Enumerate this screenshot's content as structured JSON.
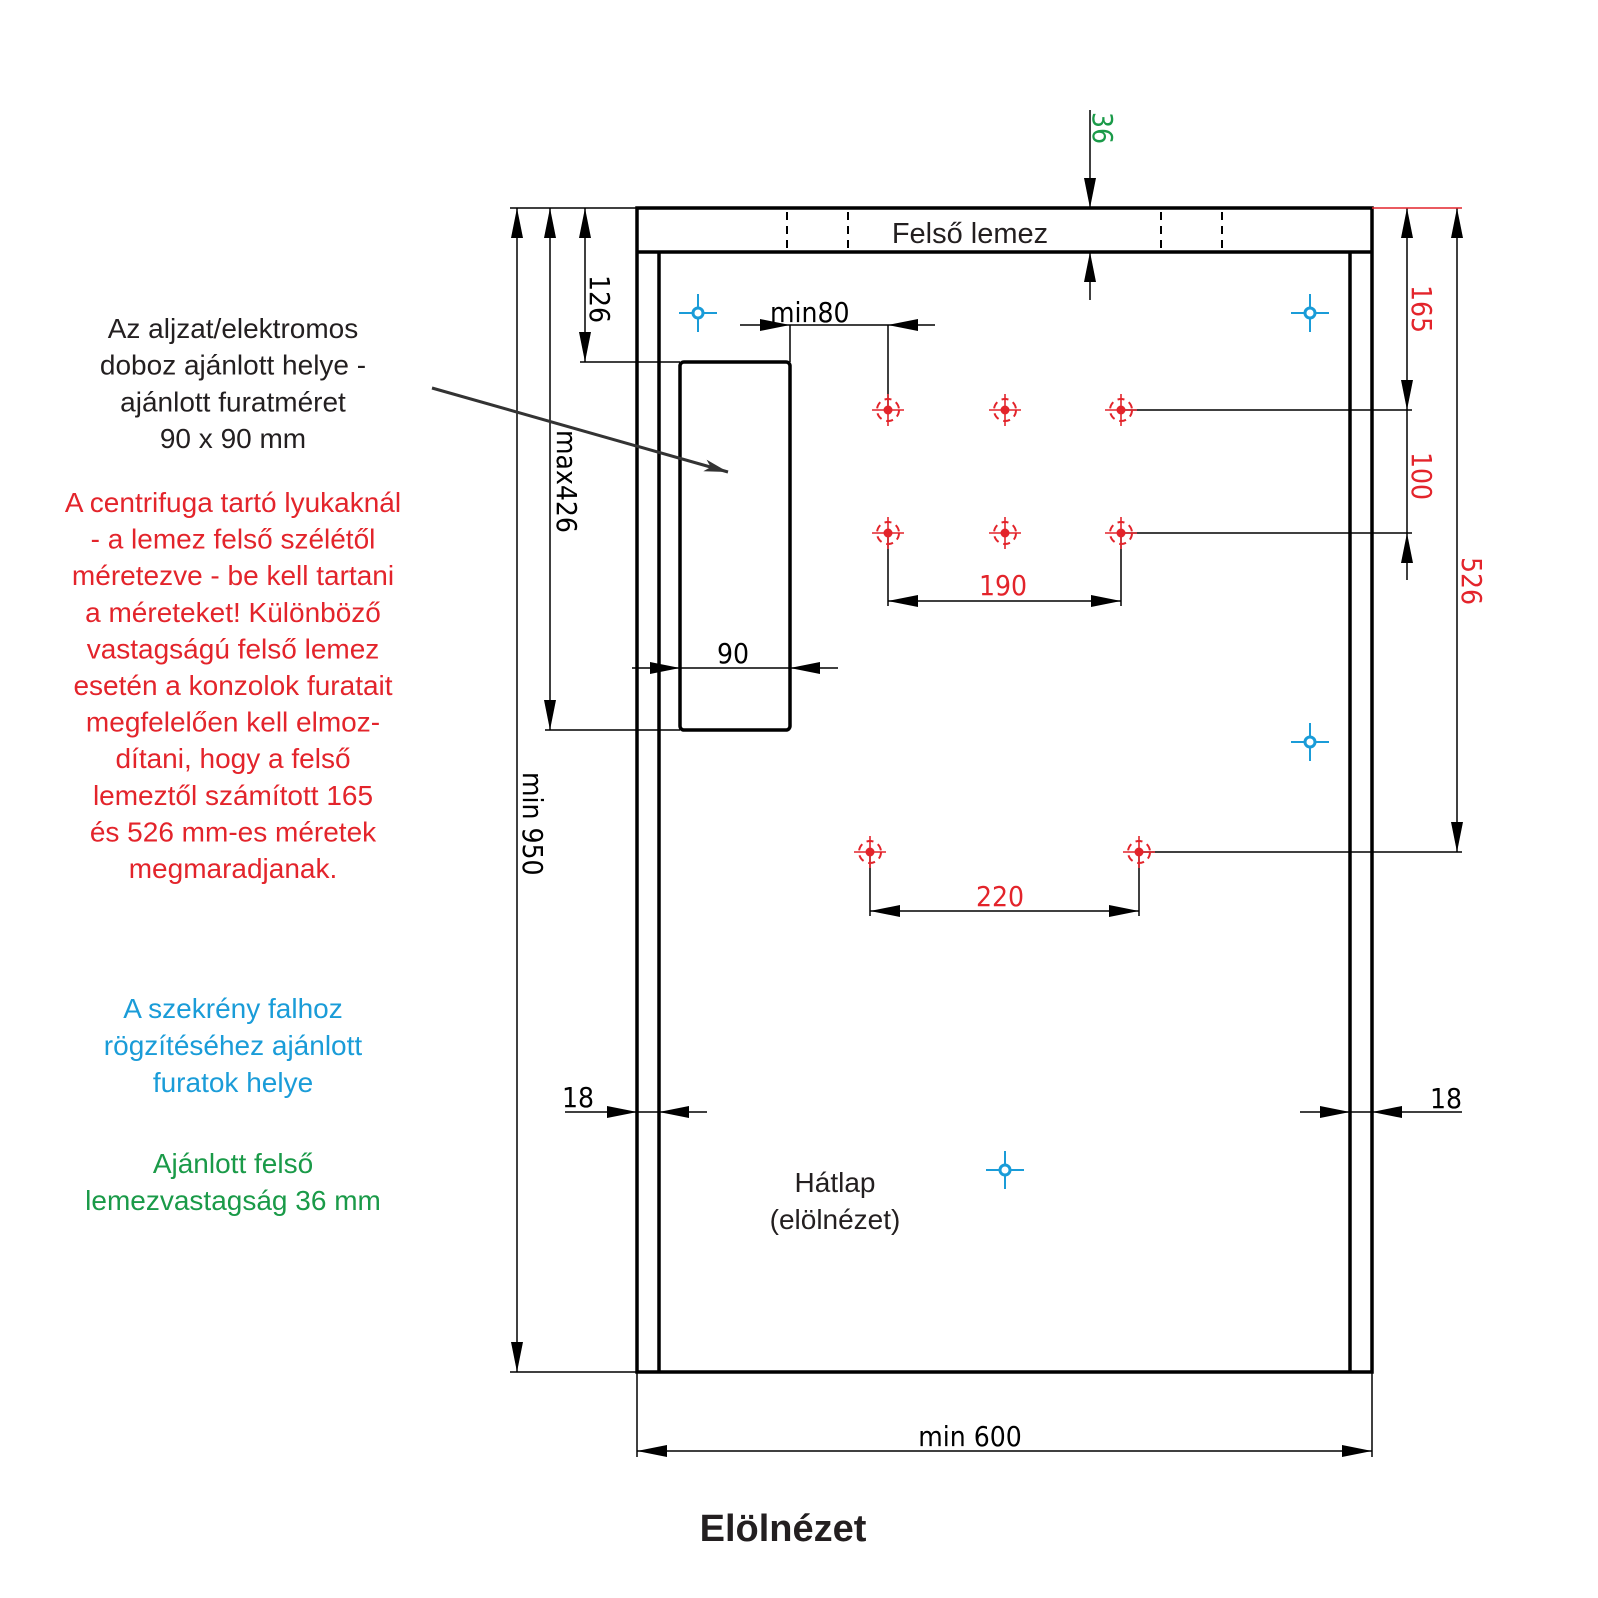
{
  "colors": {
    "red": "#e3242b",
    "blue": "#1a9cd8",
    "green": "#1a9a48",
    "ink": "#231f20"
  },
  "top_plate_label": "Felső lemez",
  "back_panel_label": [
    "Hátlap",
    "(elölnézet)"
  ],
  "view_title": "Elölnézet",
  "notes": {
    "socket": [
      "Az aljzat/elektromos",
      "doboz ajánlott helye -",
      "ajánlott furatméret",
      "90 x 90 mm"
    ],
    "centrifuge": [
      "A centrifuga tartó lyukaknál",
      "- a lemez felső szélétől",
      "méretezve - be kell tartani",
      "a méreteket! Különböző",
      "vastagságú felső lemez",
      "esetén a konzolok furatait",
      "megfelelően kell elmoz-",
      "dítani,  hogy a felső",
      "lemeztől számított 165",
      "és 526 mm-es méretek",
      "megmaradjanak."
    ],
    "wall_fixing": [
      "A szekrény falhoz",
      "rögzítéséhez ajánlott",
      "furatok helye"
    ],
    "top_thickness": [
      "Ajánlott felső",
      "lemezvastagság 36 mm"
    ]
  },
  "dimensions": {
    "top_thickness": "36",
    "socket_top": "126",
    "socket_max": "max426",
    "height_min": "min  950",
    "socket_gap": "min80",
    "socket_width": "90",
    "holes_upper_spacing": "190",
    "holes_lower_spacing": "220",
    "hole_first_row": "165",
    "hole_row_spacing": "100",
    "hole_lower_row": "526",
    "side_left": "18",
    "side_right": "18",
    "width_min": "min 600"
  }
}
